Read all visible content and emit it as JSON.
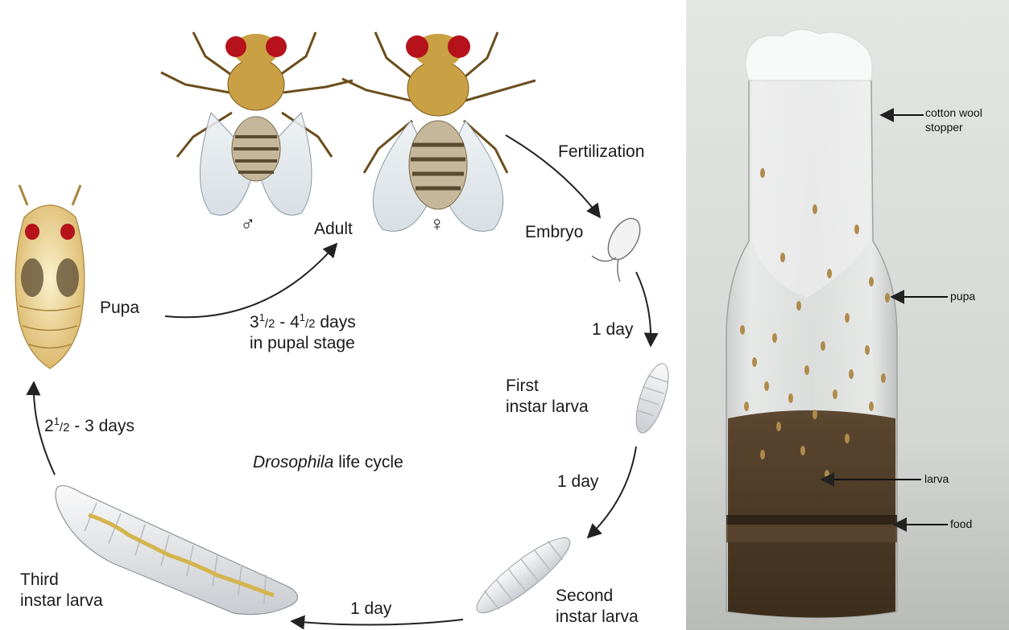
{
  "cycle": {
    "title": {
      "italic": "Drosophila",
      "rest": " life cycle"
    },
    "male_symbol": "♂",
    "female_symbol": "♀",
    "labels": {
      "adult": "Adult",
      "fertilization": "Fertilization",
      "embryo": "Embryo",
      "first_instar": [
        "First",
        "instar larva"
      ],
      "second_instar": [
        "Second",
        "instar larva"
      ],
      "third_instar": [
        "Third",
        "instar larva"
      ],
      "pupa": "Pupa"
    },
    "durations": {
      "embryo_to_first": "1 day",
      "first_to_second": "1 day",
      "second_to_third": "1 day",
      "third_to_pupa": {
        "a": "2",
        "num": "1",
        "den": "/2",
        "rest": " - 3 days"
      },
      "pupa_to_adult": {
        "a": "3",
        "num": "1",
        "den": "/2",
        "mid": " - 4",
        "num2": "1",
        "den2": "/2",
        "rest": " days",
        "line2": "in pupal stage"
      }
    }
  },
  "photo": {
    "annotations": {
      "stopper": [
        "cotton wool",
        "stopper"
      ],
      "pupa": "pupa",
      "larva": "larva",
      "food": "food"
    }
  },
  "colors": {
    "fly_body": "#c9a043",
    "fly_eye": "#b5121b",
    "larva": "#ece7dc",
    "food": "#4b3a24",
    "background_photo": "#d9dbd8"
  }
}
